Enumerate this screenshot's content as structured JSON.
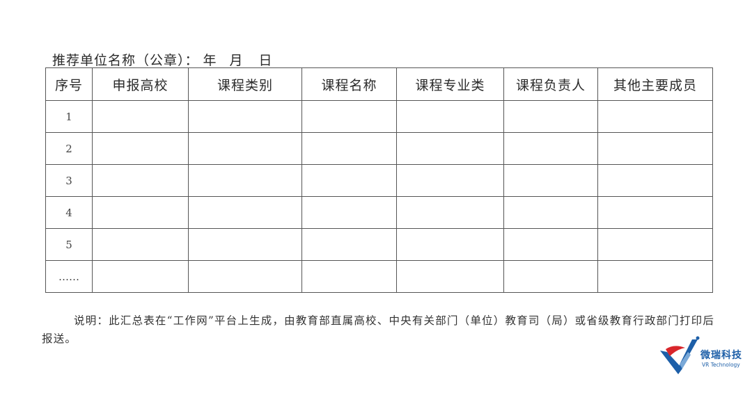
{
  "header": {
    "unit_label": "推荐单位名称（公章）：",
    "year": "年",
    "month": "月",
    "day": "日"
  },
  "table": {
    "columns": [
      "序号",
      "申报高校",
      "课程类别",
      "课程名称",
      "课程专业类",
      "课程负责人",
      "其他主要成员"
    ],
    "row_numbers": [
      "1",
      "2",
      "3",
      "4",
      "5",
      "……"
    ]
  },
  "note": "说明：此汇总表在“工作网”平台上生成，由教育部直属高校、中央有关部门（单位）教育司（局）或省级教育行政部门打印后报送。",
  "logo": {
    "name_cn": "微瑞科技",
    "name_en": "VR Technology",
    "icon": "vr-logo-icon",
    "colors": {
      "blue": "#1d5fa8",
      "red": "#d9262b"
    }
  }
}
